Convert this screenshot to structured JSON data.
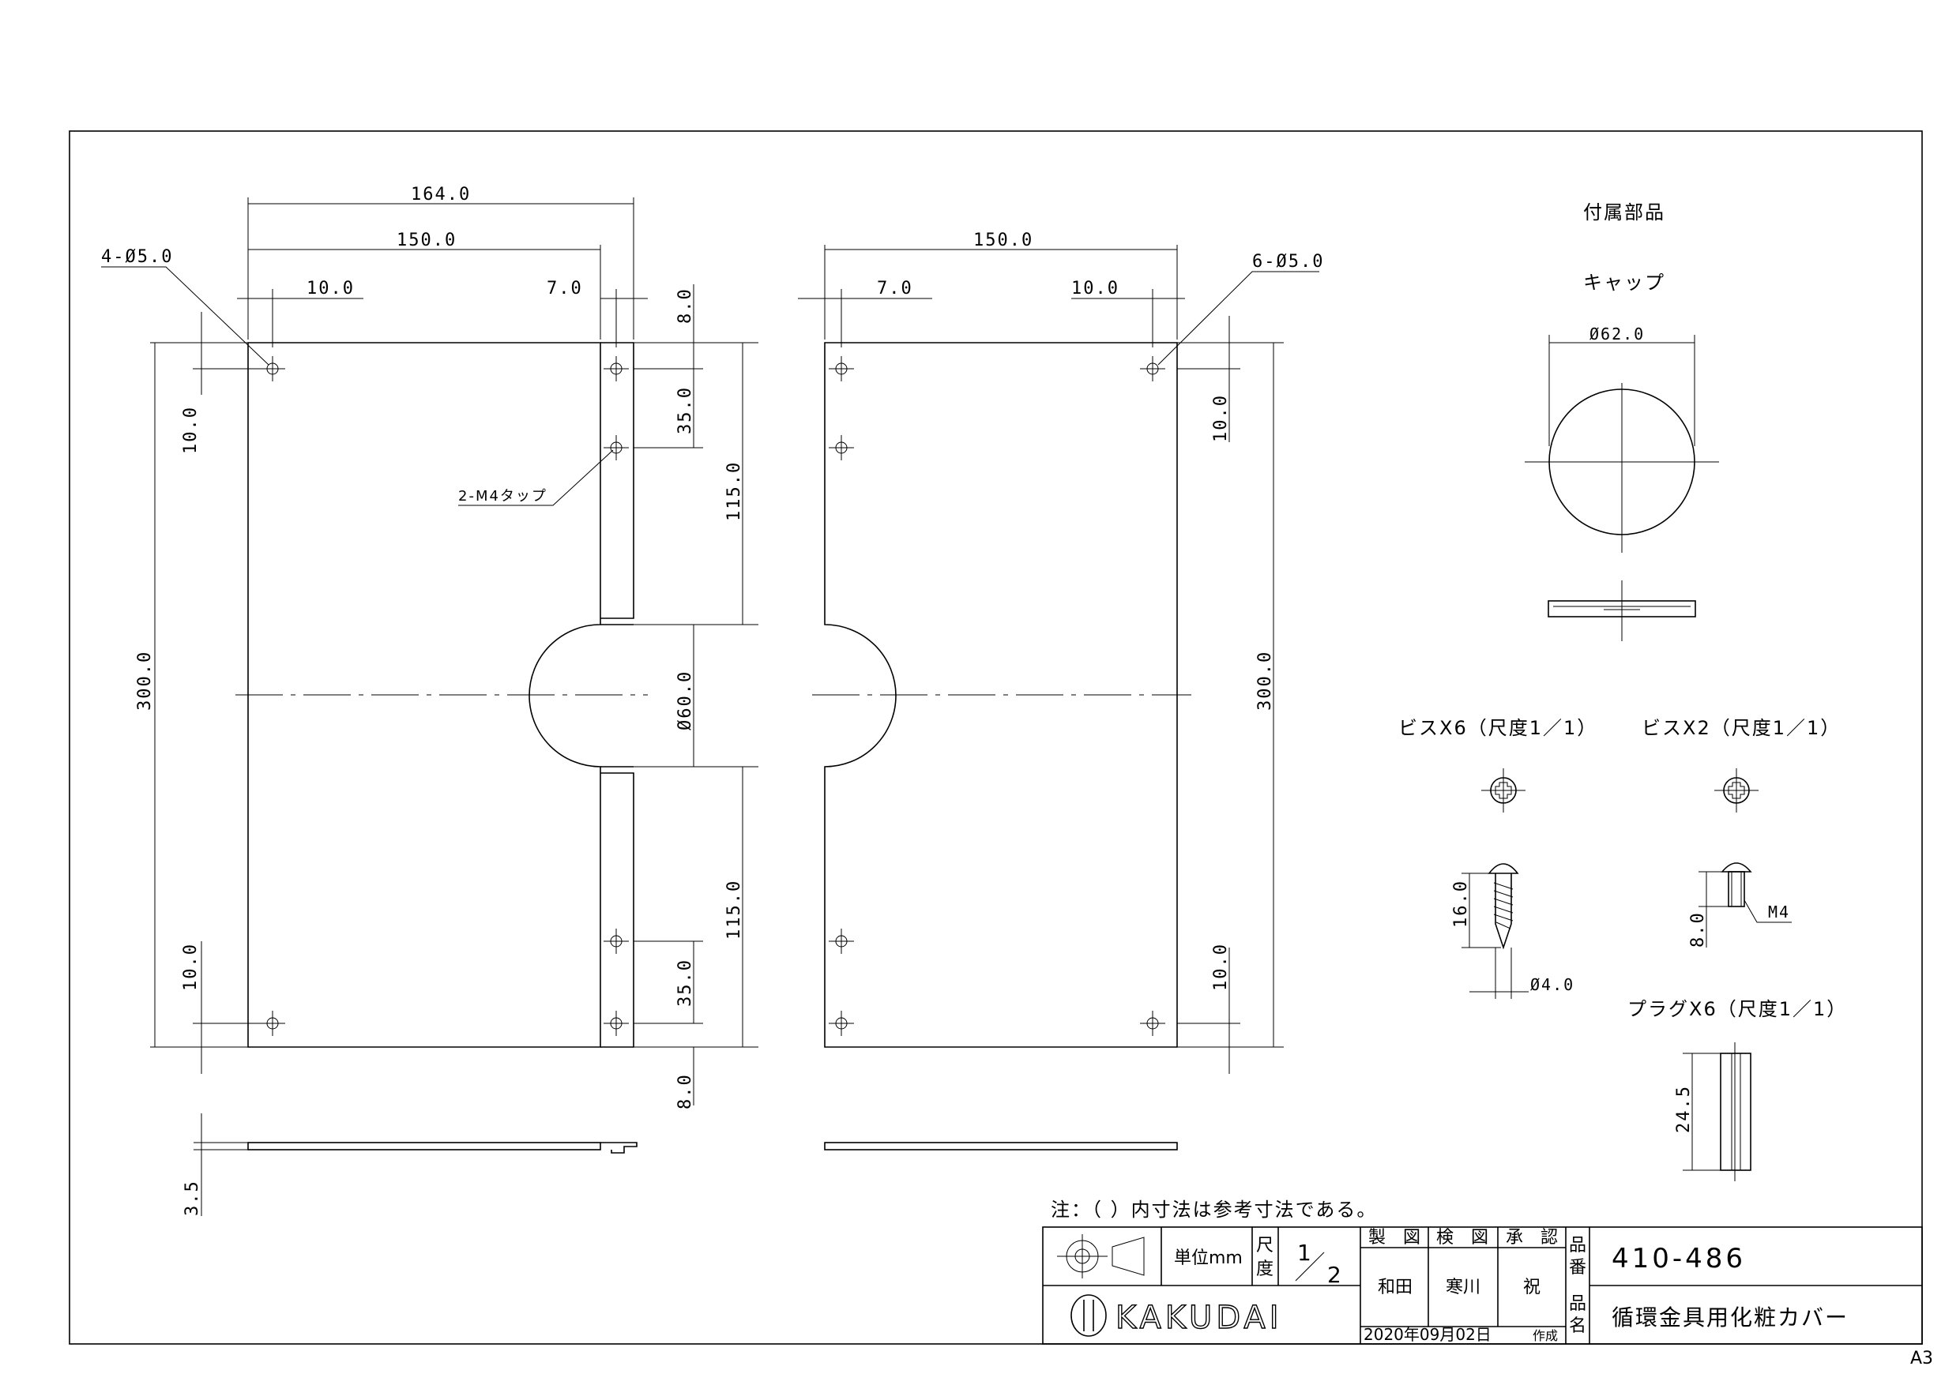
{
  "drawing": {
    "note": "注：（ ）内寸法は参考寸法である。",
    "sheet_size": "A3",
    "dims_left": {
      "overall_w": "164.0",
      "plate_w": "150.0",
      "hole_x": "10.0",
      "hole_x_r": "7.0",
      "hole_y": "10.0",
      "height": "300.0",
      "pitch_top": "35.0",
      "seg_top": "115.0",
      "cut": "Ø60.0",
      "seg_bot": "115.0",
      "pitch_bot": "35.0",
      "off_top": "8.0",
      "off_bot": "8.0",
      "hole_y_bot": "10.0",
      "thick": "3.5",
      "holes": "4-Ø5.0",
      "tap": "2-M4タップ"
    },
    "dims_right": {
      "plate_w": "150.0",
      "hole_x_l": "7.0",
      "hole_x": "10.0",
      "holes": "6-Ø5.0",
      "hole_y": "10.0",
      "height": "300.0",
      "hole_y_bot": "10.0"
    },
    "accessories": {
      "title": "付属部品",
      "cap_label": "キャップ",
      "cap_dia": "Ø62.0",
      "screw1_label": "ビスX6（尺度1／1）",
      "screw1_len": "16.0",
      "screw1_dia": "Ø4.0",
      "screw2_label": "ビスX2（尺度1／1）",
      "screw2_len": "8.0",
      "screw2_thread": "M4",
      "plug_label": "プラグX6（尺度1／1）",
      "plug_len": "24.5"
    }
  },
  "title_block": {
    "unit": "単位mm",
    "scale_label_1": "尺",
    "scale_label_2": "度",
    "scale_num": "1",
    "scale_den": "2",
    "col_draw": "製　図",
    "col_check": "検　図",
    "col_approve": "承　認",
    "name_draw": "和田",
    "name_check": "寒川",
    "name_approve": "祝",
    "part_no_label_1": "品",
    "part_no_label_2": "番",
    "part_no": "410-486",
    "part_name_label_1": "品",
    "part_name_label_2": "名",
    "part_name": "循環金具用化粧カバー",
    "date": "2020年09月02日",
    "date_suffix": "作成",
    "brand": "KAKUDAI"
  },
  "colors": {
    "line": "#000000",
    "paper": "#ffffff"
  }
}
